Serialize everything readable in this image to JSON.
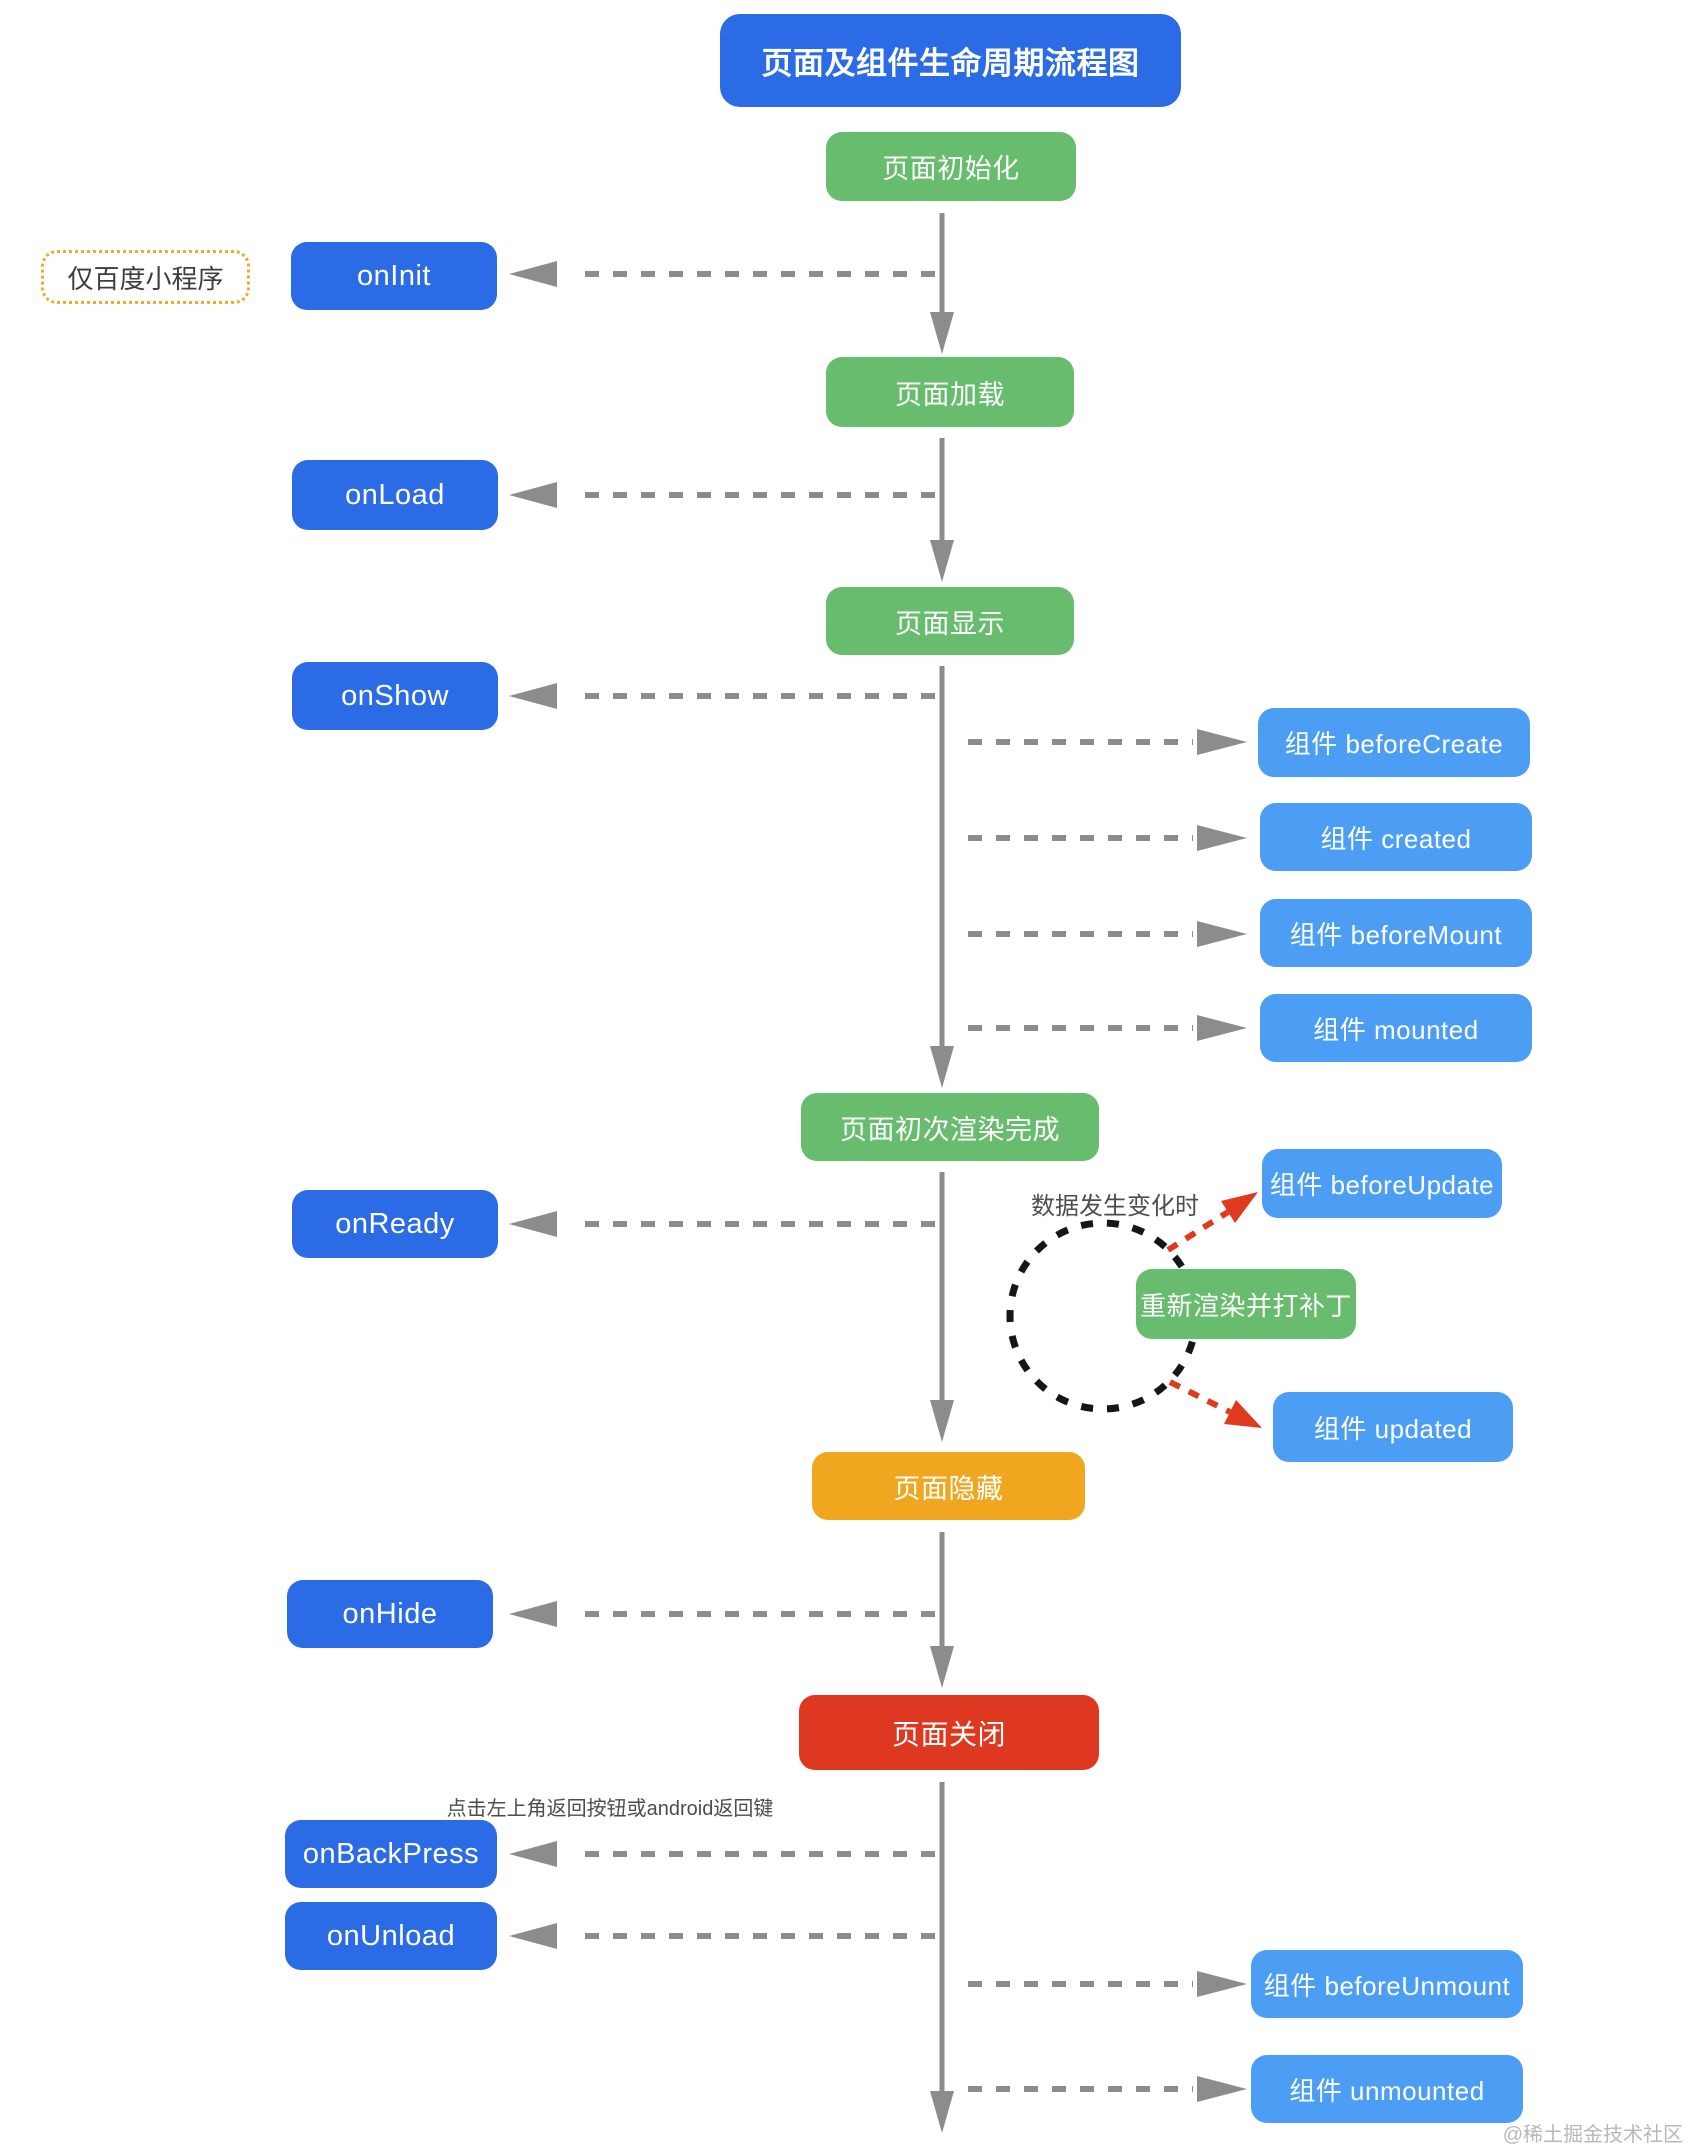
{
  "title": "页面及组件生命周期流程图",
  "badge": {
    "label": "仅百度小程序"
  },
  "nodes": {
    "page_init": "页面初始化",
    "on_init": "onInit",
    "page_load": "页面加载",
    "on_load": "onLoad",
    "page_show": "页面显示",
    "on_show": "onShow",
    "comp_before_create": "组件 beforeCreate",
    "comp_created": "组件 created",
    "comp_before_mount": "组件 beforeMount",
    "comp_mounted": "组件 mounted",
    "page_first_render": "页面初次渲染完成",
    "on_ready": "onReady",
    "comp_before_update": "组件 beforeUpdate",
    "rerender_patch": "重新渲染并打补丁",
    "comp_updated": "组件 updated",
    "page_hide": "页面隐藏",
    "on_hide": "onHide",
    "page_close": "页面关闭",
    "on_back_press": "onBackPress",
    "on_unload": "onUnload",
    "comp_before_unmount": "组件 beforeUnmount",
    "comp_unmounted": "组件 unmounted"
  },
  "annotations": {
    "data_change": "数据发生变化时",
    "back_press": "点击左上角返回按钮或android返回键"
  },
  "watermark": "@稀土掘金技术社区",
  "colors": {
    "primary_blue": "#2B6BE6",
    "light_blue": "#4C9EF5",
    "green": "#68BC6E",
    "orange": "#F0A71F",
    "red": "#DE3820",
    "arrow_gray": "#8C8C8C",
    "loop_black": "#161616",
    "update_red": "#E03A1E",
    "badge_border_orange": "#F5A829",
    "note_gray": "#4D4D4D",
    "watermark_gray": "#B8B8B8"
  }
}
